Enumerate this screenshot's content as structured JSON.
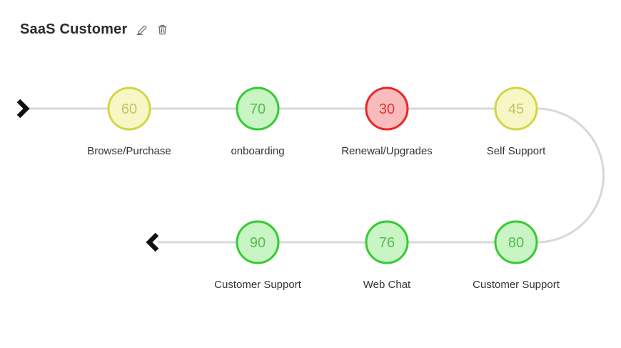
{
  "header": {
    "title": "SaaS Customer",
    "actions": [
      "pencil-icon",
      "trash-icon"
    ]
  },
  "journey": {
    "nodes": [
      {
        "value": 60,
        "label": "Browse/Purchase",
        "status": "yellow"
      },
      {
        "value": 70,
        "label": "onboarding",
        "status": "green"
      },
      {
        "value": 30,
        "label": "Renewal/Upgrades",
        "status": "red"
      },
      {
        "value": 45,
        "label": "Self Support",
        "status": "yellow"
      },
      {
        "value": 80,
        "label": "Customer Support",
        "status": "green"
      },
      {
        "value": 76,
        "label": "Web Chat",
        "status": "green"
      },
      {
        "value": 90,
        "label": "Customer Support",
        "status": "green"
      }
    ],
    "colors": {
      "yellow": {
        "fill": "#f7f7c6",
        "stroke": "#d3d544",
        "text": "#c2c566"
      },
      "green": {
        "fill": "#c9f4c3",
        "stroke": "#33cc33",
        "text": "#55bb55"
      },
      "red": {
        "fill": "#f8bcbc",
        "stroke": "#ee2424",
        "text": "#e03636"
      },
      "path": "#d8d8d8",
      "arrow": "#111111",
      "label": "#333333"
    }
  }
}
